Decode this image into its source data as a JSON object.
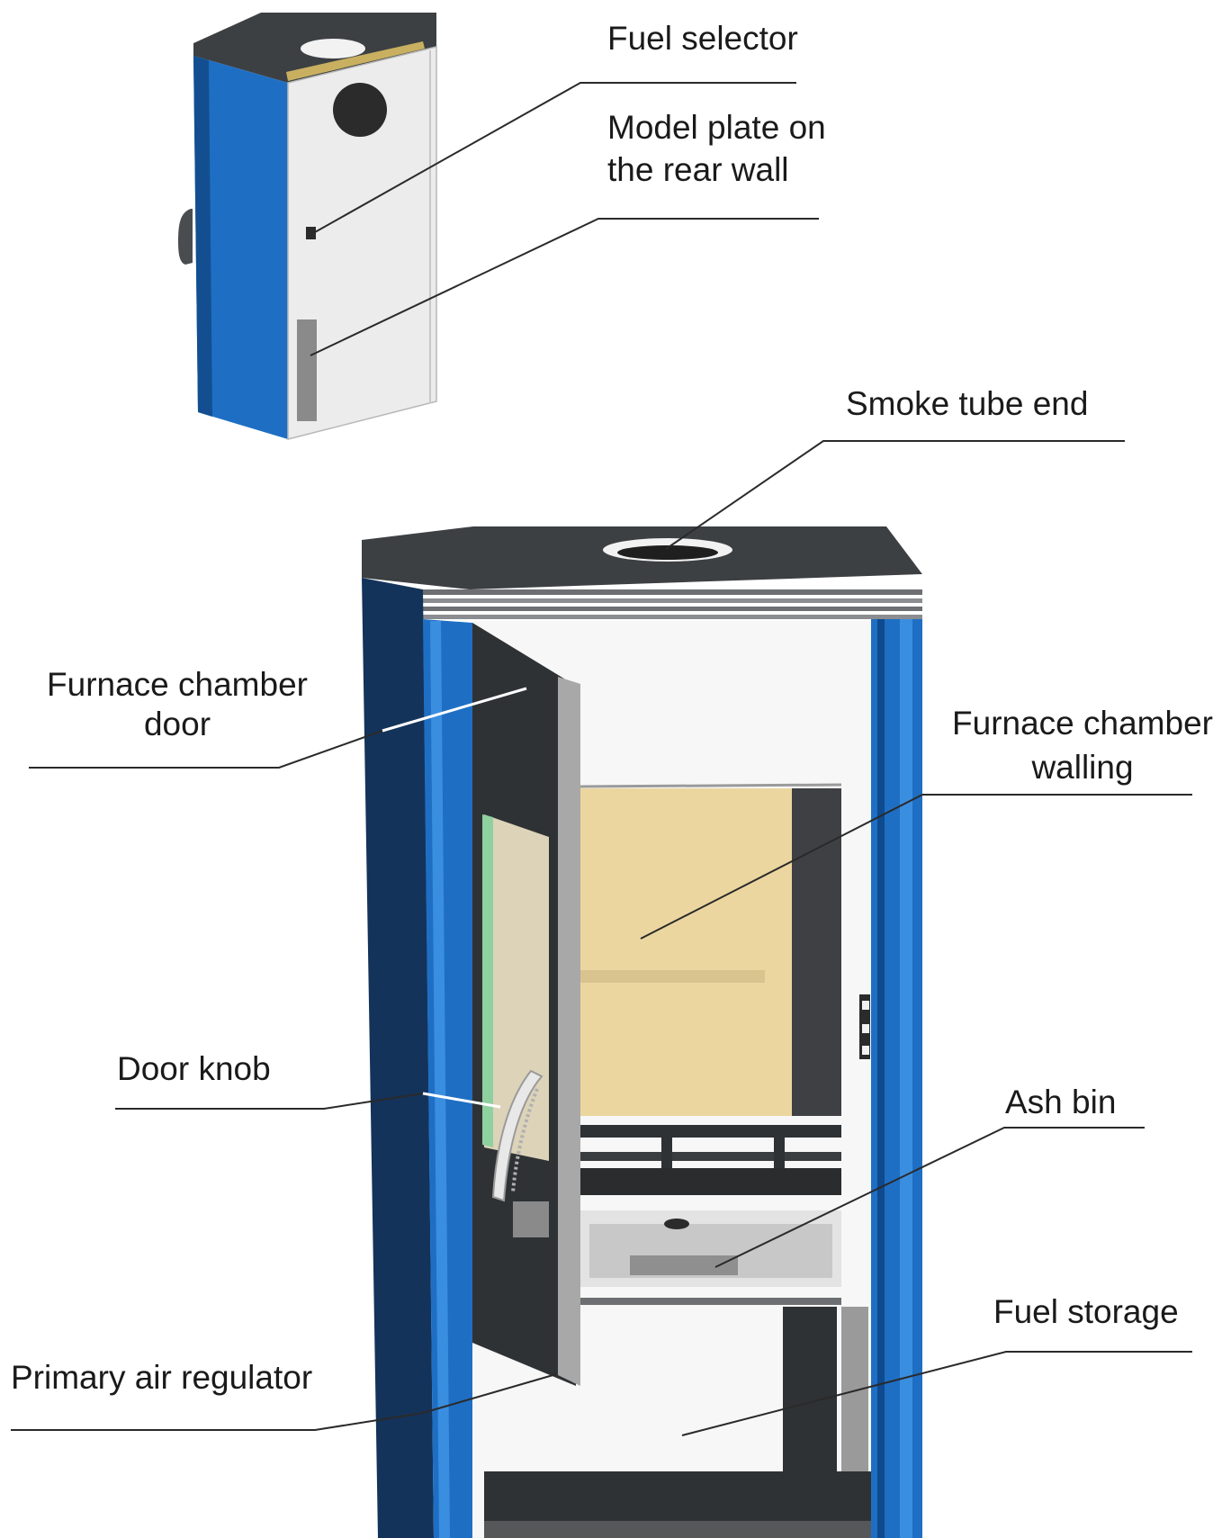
{
  "labels": {
    "fuel_selector": "Fuel selector",
    "model_plate_line1": "Model plate on",
    "model_plate_line2": "the rear wall",
    "smoke_tube_end": "Smoke tube end",
    "furnace_door_line1": "Furnace chamber",
    "furnace_door_line2": "door",
    "furnace_walling_line1": "Furnace chamber",
    "furnace_walling_line2": "walling",
    "door_knob": "Door knob",
    "ash_bin": "Ash bin",
    "fuel_storage": "Fuel storage",
    "primary_air_regulator": "Primary air regulator"
  },
  "colors": {
    "stove_blue": "#1e6fc4",
    "stove_dark": "#3a3d40",
    "panel_light": "#eeeeee",
    "walling_tan": "#ecd6a0",
    "door_dark": "#2f3234",
    "lines": "#2a2a2a"
  }
}
